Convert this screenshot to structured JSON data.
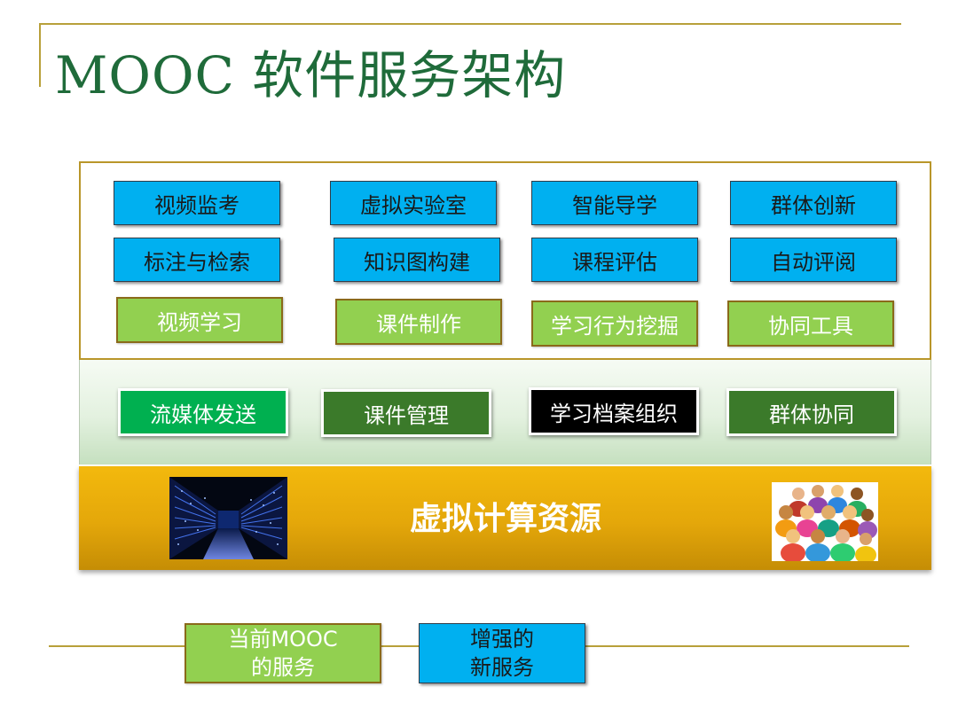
{
  "title": "MOOC 软件服务架构",
  "enhanced_services": [
    [
      "视频监考",
      "虚拟实验室",
      "智能导学",
      "群体创新"
    ],
    [
      "标注与检索",
      "知识图构建",
      "课程评估",
      "自动评阅"
    ]
  ],
  "current_services": [
    "视频学习",
    "课件制作",
    "学习行为挖掘",
    "协同工具"
  ],
  "platform_services": [
    "流媒体发送",
    "课件管理",
    "学习档案组织",
    "群体协同"
  ],
  "compute_layer": {
    "label": "虚拟计算资源"
  },
  "legend": {
    "current": {
      "line1": "当前MOOC",
      "line2": "的服务"
    },
    "enhanced": {
      "line1": "增强的",
      "line2": "新服务"
    }
  },
  "colors": {
    "title": "#1f6b3a",
    "enhanced_box": "#00b0f0",
    "current_box": "#92d050",
    "compute_band": "#e4a70a",
    "frame_border": "#b9962a"
  }
}
